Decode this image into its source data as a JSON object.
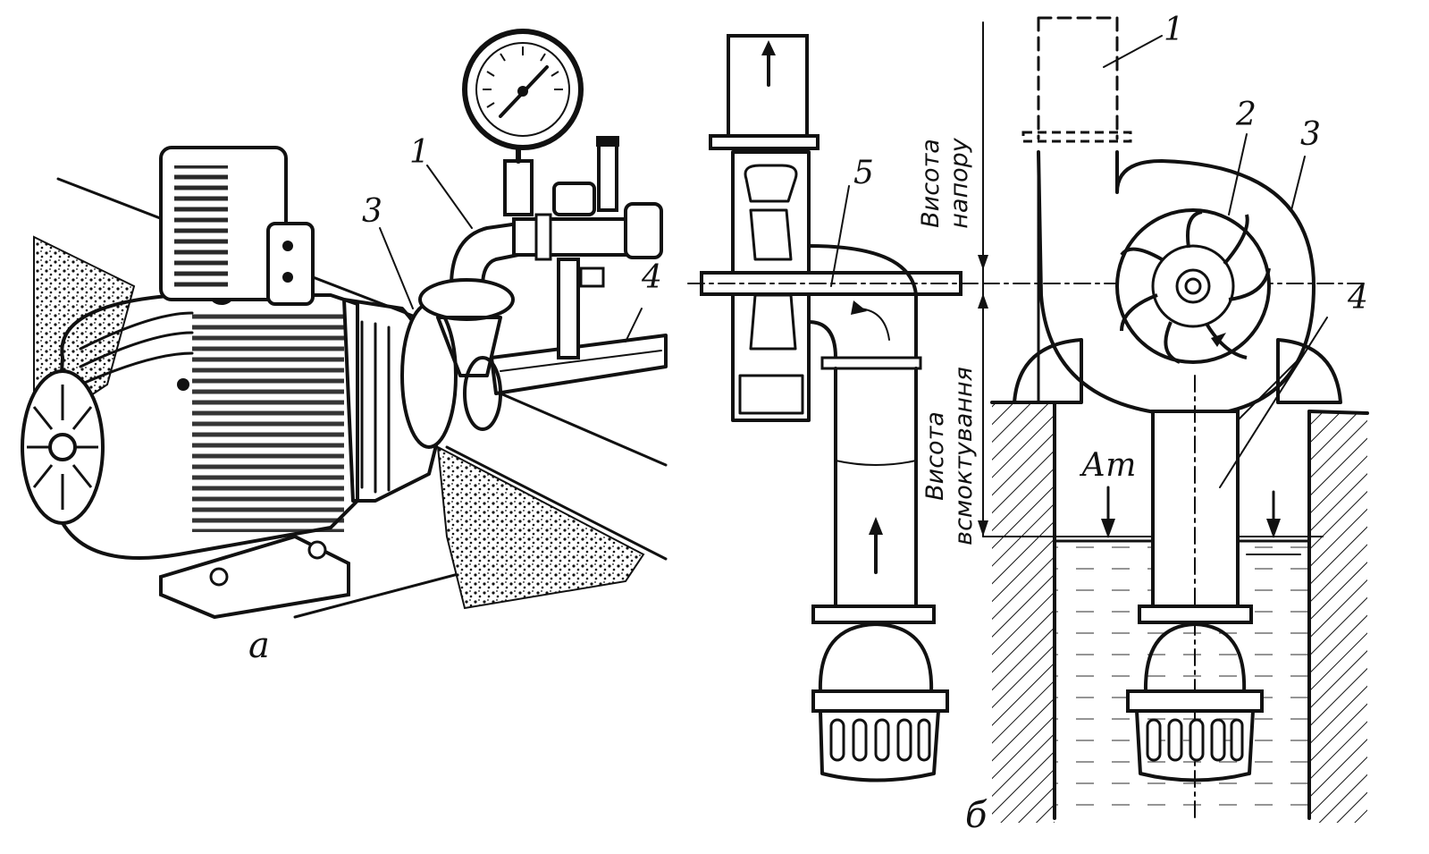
{
  "figure": {
    "caption_a": "а",
    "caption_b": "б",
    "left_labels": {
      "l1": "1",
      "l3": "3",
      "l4": "4"
    },
    "right_labels": {
      "l1": "1",
      "l2": "2",
      "l3": "3",
      "l4": "4",
      "l5": "5"
    },
    "head_height_line1": "Висота",
    "head_height_line2": "напору",
    "suction_height_line1": "Висота",
    "suction_height_line2": "всмоктування",
    "atmosphere": "Ат"
  }
}
